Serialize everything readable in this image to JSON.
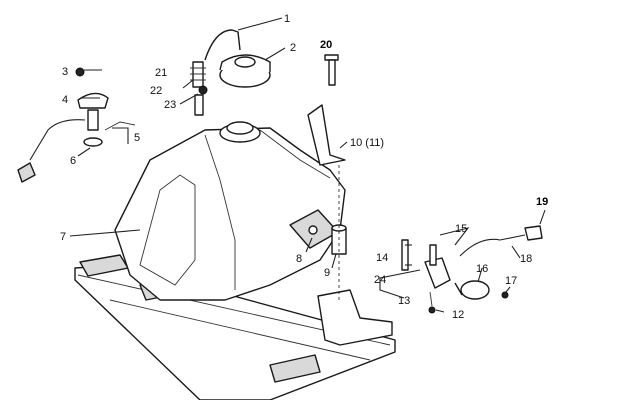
{
  "labels": [
    {
      "id": "1",
      "text": "1"
    },
    {
      "id": "2",
      "text": "2"
    },
    {
      "id": "3",
      "text": "3"
    },
    {
      "id": "4",
      "text": "4"
    },
    {
      "id": "5",
      "text": "5"
    },
    {
      "id": "6",
      "text": "6"
    },
    {
      "id": "7",
      "text": "7"
    },
    {
      "id": "8",
      "text": "8"
    },
    {
      "id": "9",
      "text": "9"
    },
    {
      "id": "10",
      "text": "10 (11)"
    },
    {
      "id": "12",
      "text": "12"
    },
    {
      "id": "13",
      "text": "13"
    },
    {
      "id": "14",
      "text": "14"
    },
    {
      "id": "15",
      "text": "15"
    },
    {
      "id": "16",
      "text": "16"
    },
    {
      "id": "17",
      "text": "17"
    },
    {
      "id": "18",
      "text": "18"
    },
    {
      "id": "19",
      "text": "19"
    },
    {
      "id": "20",
      "text": "20"
    },
    {
      "id": "21",
      "text": "21"
    },
    {
      "id": "22",
      "text": "22"
    },
    {
      "id": "23",
      "text": "23"
    },
    {
      "id": "24",
      "text": "24"
    }
  ]
}
